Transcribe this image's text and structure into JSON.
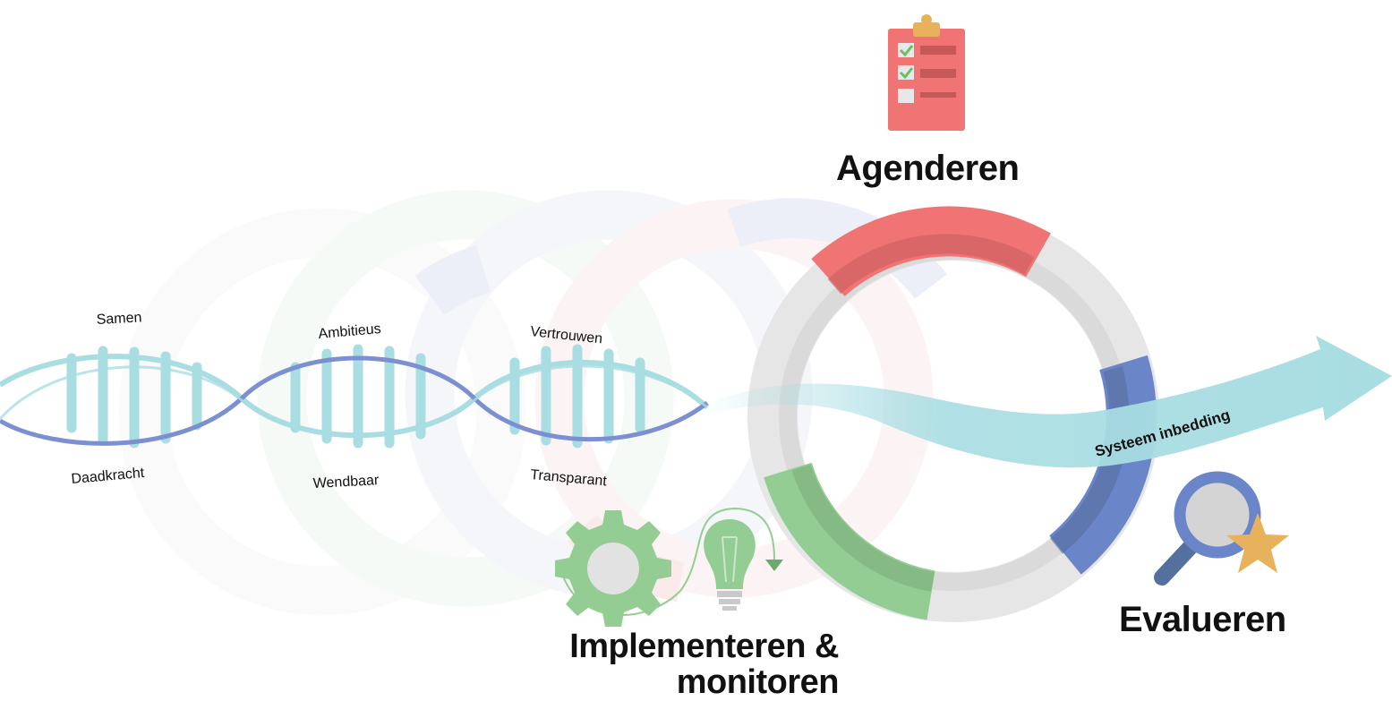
{
  "phases": {
    "agenda": "Agenderen",
    "evaluate": "Evalueren",
    "implement_line1": "Implementeren &",
    "implement_line2": "monitoren"
  },
  "arrow_label": "Systeem inbedding",
  "dna_values": {
    "top": [
      "Samen",
      "Ambitieus",
      "Vertrouwen"
    ],
    "bottom": [
      "Daadkracht",
      "Wendbaar",
      "Transparant"
    ]
  },
  "colors": {
    "agenda": "#f07474",
    "evaluate": "#6a85c8",
    "implement": "#93cd93",
    "ring": "#dddddd",
    "flow": "#a8dde2",
    "dna_strand": "#7b8fd1",
    "star": "#e8b25c"
  },
  "icons": [
    "clipboard-checklist-icon",
    "magnifier-star-icon",
    "gear-icon",
    "lightbulb-icon"
  ]
}
